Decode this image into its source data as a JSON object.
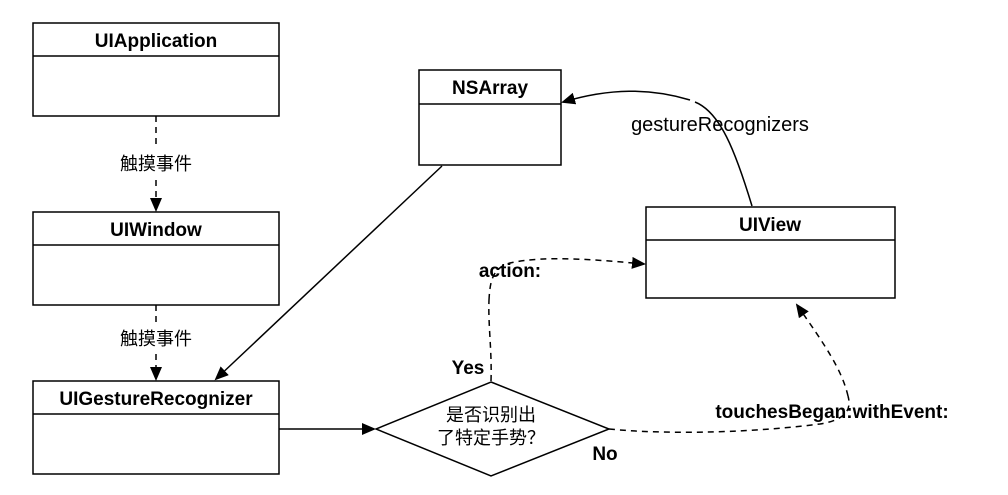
{
  "nodes": {
    "ui_application": "UIApplication",
    "ui_window": "UIWindow",
    "ui_gesture_recognizer": "UIGestureRecognizer",
    "ns_array": "NSArray",
    "ui_view": "UIView",
    "decision_line1": "是否识别出",
    "decision_line2": "了特定手势？"
  },
  "edge_labels": {
    "touch_event_1": "触摸事件",
    "touch_event_2": "触摸事件",
    "gesture_recognizers": "gestureRecognizers",
    "yes": "Yes",
    "no": "No",
    "action": "action:",
    "touches_began": "touchesBegan:withEvent:"
  }
}
